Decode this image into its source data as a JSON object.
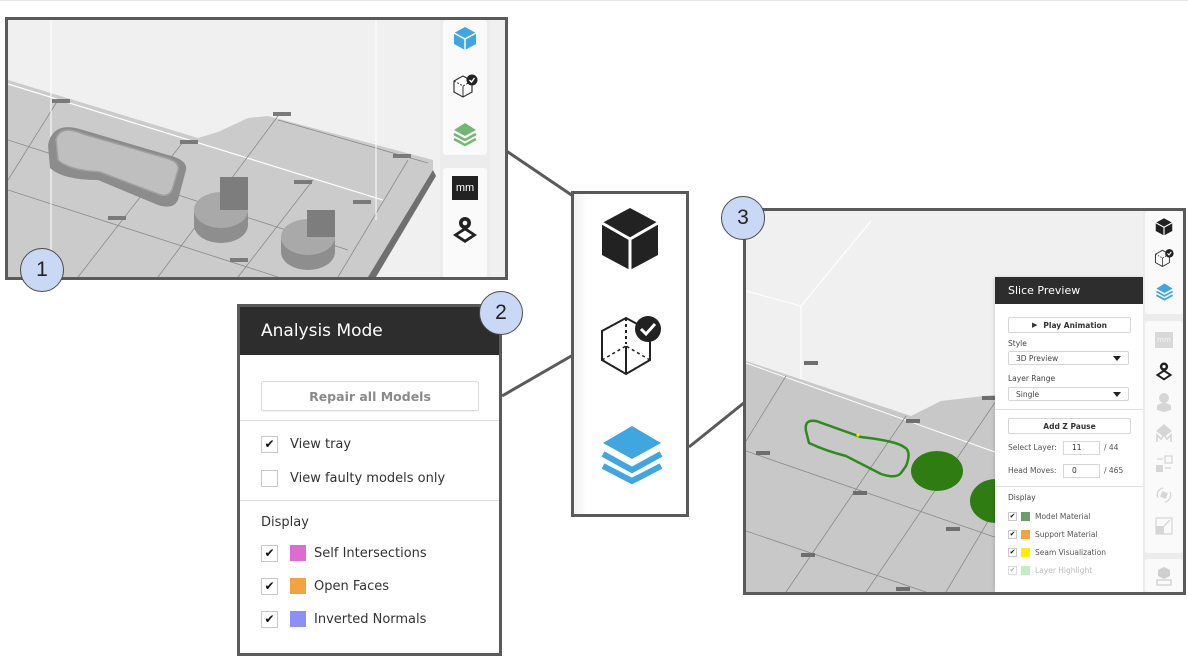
{
  "callouts": [
    "1",
    "2",
    "3"
  ],
  "colors": {
    "accent_blue": "#3fa6e0",
    "layers_green": "#72b772",
    "panel_header": "#2d2d2d",
    "frame_border": "#5a5a5a",
    "callout_fill": "#c9d8f5",
    "toolpath_green": "#2f8a1e"
  },
  "panel1": {
    "toolbar_icons": [
      "prepare-cube-icon",
      "analysis-cube-check-icon",
      "slice-layers-icon",
      "units-mm-icon",
      "print-settings-icon"
    ],
    "units_label": "mm"
  },
  "analysis_mode": {
    "title": "Analysis Mode",
    "repair_button": "Repair all Models",
    "options": [
      {
        "label": "View tray",
        "checked": true
      },
      {
        "label": "View faulty models only",
        "checked": false
      }
    ],
    "display_heading": "Display",
    "display_items": [
      {
        "label": "Self Intersections",
        "checked": true,
        "color": "#dc6ccf"
      },
      {
        "label": "Open Faces",
        "checked": true,
        "color": "#f2a440"
      },
      {
        "label": "Inverted Normals",
        "checked": true,
        "color": "#8c8ff5"
      }
    ]
  },
  "mode_strip": {
    "icons": [
      "prepare-cube-icon",
      "analysis-cube-check-icon",
      "slice-layers-icon"
    ]
  },
  "slice_preview": {
    "title": "Slice Preview",
    "play_button": "Play Animation",
    "style_label": "Style",
    "style_value": "3D Preview",
    "layer_range_label": "Layer Range",
    "layer_range_value": "Single",
    "add_z_pause": "Add Z Pause",
    "select_layer_label": "Select Layer:",
    "select_layer_value": "11",
    "select_layer_total": "/ 44",
    "head_moves_label": "Head Moves:",
    "head_moves_value": "0",
    "head_moves_total": "/ 465",
    "display_heading": "Display",
    "display_items": [
      {
        "label": "Model Material",
        "checked": true,
        "color": "#6a9e6a",
        "enabled": true
      },
      {
        "label": "Support Material",
        "checked": true,
        "color": "#f2a440",
        "enabled": true
      },
      {
        "label": "Seam Visualization",
        "checked": true,
        "color": "#ffee00",
        "enabled": true
      },
      {
        "label": "Layer Highlight",
        "checked": true,
        "color": "#c5ecc9",
        "enabled": false
      }
    ],
    "toolbar_icons": [
      "prepare-cube-icon",
      "analysis-cube-check-icon",
      "slice-layers-icon",
      "units-mm-icon",
      "print-settings-icon",
      "support-settings-icon",
      "material-icon",
      "arrange-icon",
      "rotate-icon",
      "scale-icon",
      "export-print-icon"
    ],
    "units_label": "mm"
  },
  "checkmark": "✔"
}
